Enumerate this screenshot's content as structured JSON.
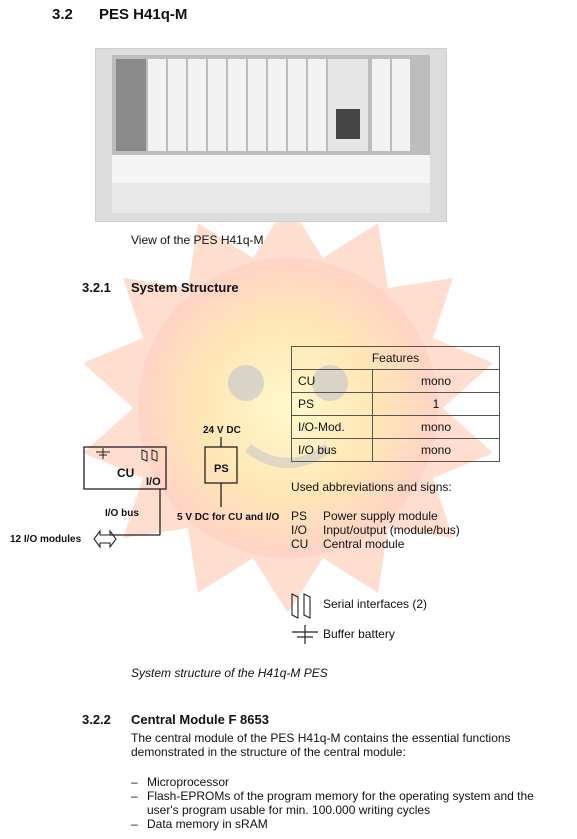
{
  "section": {
    "number": "3.2",
    "title": "PES H41q-M"
  },
  "photo_caption": "View of the PES H41q-M",
  "subsection1": {
    "number": "3.2.1",
    "title": "System Structure"
  },
  "features": {
    "header": "Features",
    "rows": [
      {
        "label": "CU",
        "value": "mono"
      },
      {
        "label": "PS",
        "value": "1"
      },
      {
        "label": "I/O-Mod.",
        "value": "mono"
      },
      {
        "label": "I/O bus",
        "value": "mono"
      }
    ]
  },
  "diagram": {
    "cu_label": "CU",
    "io_label": "I/O",
    "ps_label": "PS",
    "supply_label": "24 V DC",
    "io_bus_label": "I/O bus",
    "output_label": "5 V DC for CU and I/O",
    "modules_label": "12  I/O modules"
  },
  "abbreviations": {
    "title": "Used abbreviations and signs:",
    "items": [
      {
        "abbr": "PS",
        "text": "Power supply module"
      },
      {
        "abbr": "I/O",
        "text": "Input/output (module/bus)"
      },
      {
        "abbr": "CU",
        "text": "Central module"
      }
    ],
    "serial": "Serial interfaces (2)",
    "battery": "Buffer battery"
  },
  "diagram_caption": "System structure of the H41q-M PES",
  "subsection2": {
    "number": "3.2.2",
    "title": "Central Module F 8653"
  },
  "intro_text": "The central module of the PES H41q-M contains the essential functions demonstrated in the structure of the central module:",
  "list": [
    "Microprocessor",
    "Flash-EPROMs of the program memory for the operating system and the user's program usable for min. 100.000 writing cycles",
    "Data memory in sRAM"
  ]
}
